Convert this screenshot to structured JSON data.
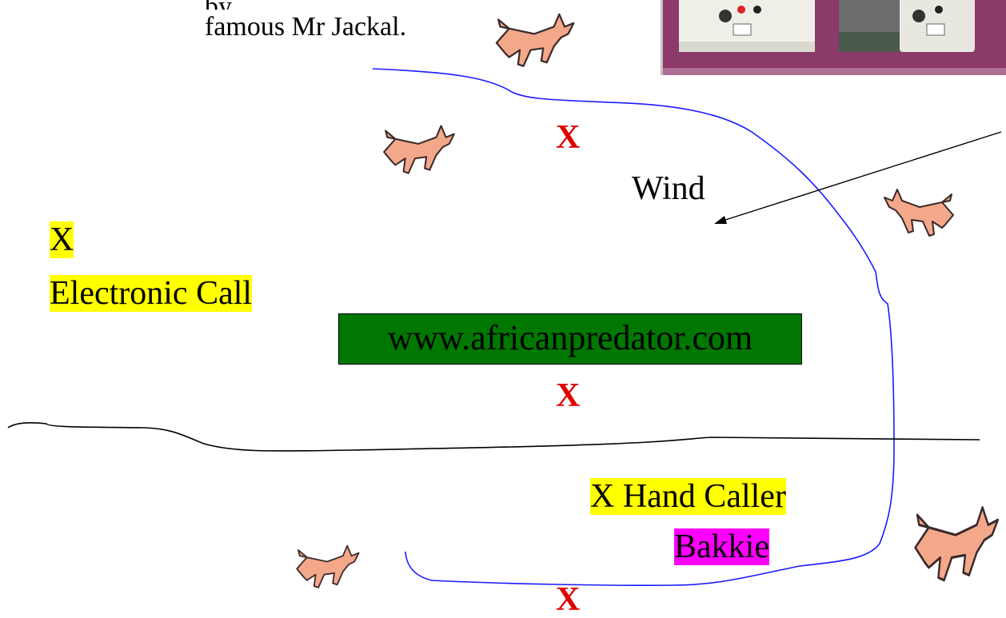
{
  "text": {
    "partial_line": "by",
    "top_line": "famous Mr Jackal.",
    "wind": "Wind",
    "electronic_x": "X",
    "electronic_call": "Electronic Call",
    "url": "www.africanpredator.com",
    "hand_caller": "X Hand Caller",
    "bakkie": "Bakkie",
    "red_x": "X"
  },
  "colors": {
    "red_x": "#e00000",
    "yellow_highlight": "#ffff00",
    "url_box": "#007700",
    "bakkie_highlight": "#ff00ff",
    "blue_line": "#1a1aff",
    "ground_line": "#000000",
    "photo_background": "#8b3a6a"
  },
  "icons": {
    "jackal": "jackal-icon",
    "device_photo": "electronic-caller-photo"
  }
}
